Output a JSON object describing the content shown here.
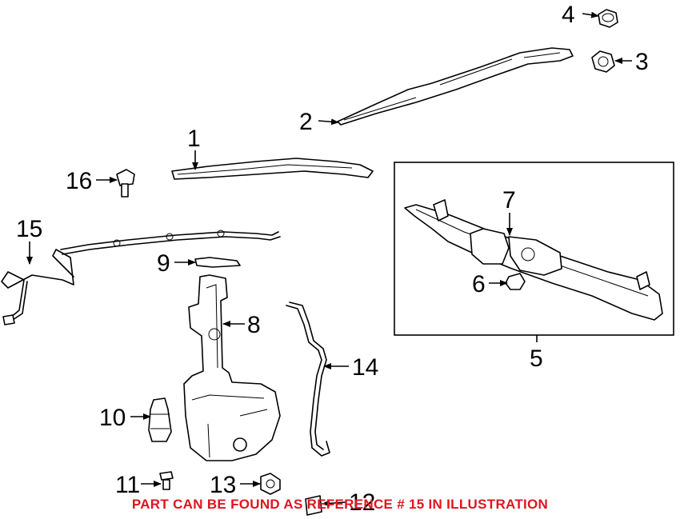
{
  "callouts": {
    "c1": "1",
    "c2": "2",
    "c3": "3",
    "c4": "4",
    "c5": "5",
    "c6": "6",
    "c7": "7",
    "c8": "8",
    "c9": "9",
    "c10": "10",
    "c11": "11",
    "c12": "12",
    "c13": "13",
    "c14": "14",
    "c15": "15",
    "c16": "16"
  },
  "notice": "PART CAN BE FOUND AS REFERENCE # 15 IN ILLUSTRATION",
  "colors": {
    "notice": "#e0141e",
    "ink": "#000000",
    "background": "#ffffff"
  }
}
